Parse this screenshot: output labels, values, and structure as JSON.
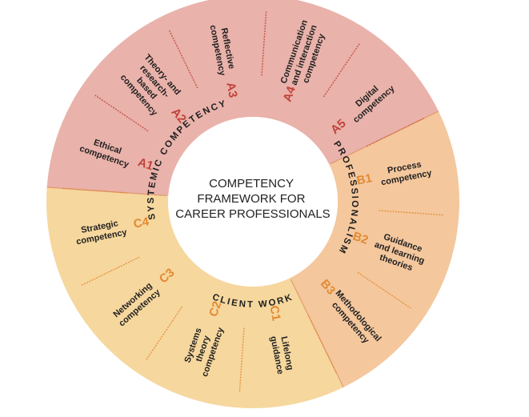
{
  "center": {
    "lines": [
      "COMPETENCY",
      "FRAMEWORK FOR",
      "CAREER PROFESSIONALS"
    ]
  },
  "groups": [
    {
      "id": "professionalism",
      "label": "PROFESSIONALISM",
      "fill": "#e9b2aa",
      "code_color": "#c0433b"
    },
    {
      "id": "client_work",
      "label": "CLIENT WORK",
      "fill": "#f4c79d",
      "code_color": "#e28a32"
    },
    {
      "id": "systemic",
      "label": "SYSTEMIC COMPETENCY",
      "fill": "#f6d79e",
      "code_color": "#e28a32"
    }
  ],
  "segments": [
    {
      "code": "A1",
      "group": "professionalism",
      "lines": [
        "Ethical",
        "competency"
      ]
    },
    {
      "code": "A2",
      "group": "professionalism",
      "lines": [
        "Theory- and",
        "research-",
        "based",
        "competency"
      ]
    },
    {
      "code": "A3",
      "group": "professionalism",
      "lines": [
        "Reflective",
        "competency"
      ]
    },
    {
      "code": "A4",
      "group": "professionalism",
      "lines": [
        "Communication",
        "and interaction",
        "competency"
      ]
    },
    {
      "code": "A5",
      "group": "professionalism",
      "lines": [
        "Digital",
        "competency"
      ]
    },
    {
      "code": "B1",
      "group": "client_work",
      "lines": [
        "Process",
        "competency"
      ]
    },
    {
      "code": "B2",
      "group": "client_work",
      "lines": [
        "Guidance",
        "and learning",
        "theories"
      ]
    },
    {
      "code": "B3",
      "group": "client_work",
      "lines": [
        "Methodological",
        "competency"
      ]
    },
    {
      "code": "C1",
      "group": "systemic",
      "lines": [
        "Lifelong",
        "guidance"
      ]
    },
    {
      "code": "C2",
      "group": "systemic",
      "lines": [
        "Systems",
        "theory",
        "competency"
      ]
    },
    {
      "code": "C3",
      "group": "systemic",
      "lines": [
        "Networking",
        "competency"
      ]
    },
    {
      "code": "C4",
      "group": "systemic",
      "lines": [
        "Strategic",
        "competency"
      ]
    }
  ]
}
